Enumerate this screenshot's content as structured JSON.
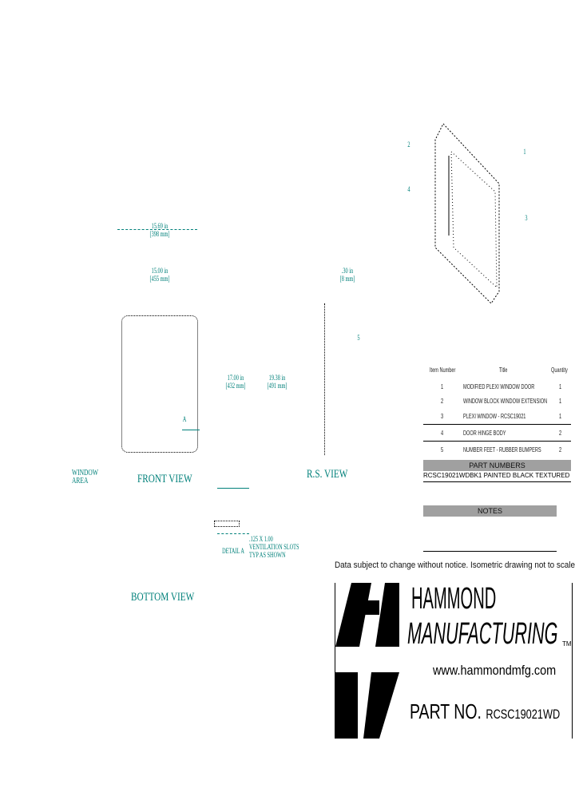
{
  "dimensions": {
    "overall_width": "15.69 in",
    "overall_width_mm": "[398 mm]",
    "window_width": "15.00 in",
    "window_width_mm": "[455 mm]",
    "depth": ".30 in",
    "depth_mm": "[8 mm]",
    "window_height": "17.00 in",
    "window_height_mm": "[432 mm]",
    "overall_height": "19.38 in",
    "overall_height_mm": "[491 mm]"
  },
  "labels": {
    "window_area": "WINDOW AREA",
    "front_view": "FRONT VIEW",
    "rs_view": "R.S. VIEW",
    "bottom_view": "BOTTOM VIEW",
    "detail_a": "DETAIL A",
    "detail_marker": "A",
    "vent_note": [
      ".125 X 1.00",
      "VENTILATION SLOTS",
      "TYP AS SHOWN"
    ],
    "balloons": [
      "1",
      "2",
      "3",
      "4",
      "5"
    ]
  },
  "bom": {
    "headers": [
      "Item Number",
      "Title",
      "Quantity"
    ],
    "rows": [
      {
        "item": "1",
        "title": "MODIFIED PLEXI WINDOW DOOR",
        "qty": "1"
      },
      {
        "item": "2",
        "title": "WINDOW BLOCK WINDOW EXTENSION",
        "qty": "1"
      },
      {
        "item": "3",
        "title": "PLEXI WINDOW - RCSC19021",
        "qty": "1"
      },
      {
        "item": "4",
        "title": "DOOR HINGE BODY",
        "qty": "2"
      },
      {
        "item": "5",
        "title": "NUMBER FEET - RUBBER BUMPERS",
        "qty": "2"
      }
    ],
    "part_numbers_header": "PART NUMBERS",
    "part_number": "RCSC19021WDBK1 PAINTED BLACK TEXTURED",
    "notes_header": "NOTES"
  },
  "disclaimer": "Data subject to change without notice. Isometric drawing not to scale.",
  "title_block": {
    "company_line1": "HAMMOND",
    "company_line2": "MANUFACTURING",
    "tm": "TM",
    "website": "www.hammondmfg.com",
    "part_no_label": "PART NO.",
    "part_no": "RCSC19021WD"
  },
  "colors": {
    "dimension": "#00807a",
    "bar": "#a0a0a0"
  }
}
